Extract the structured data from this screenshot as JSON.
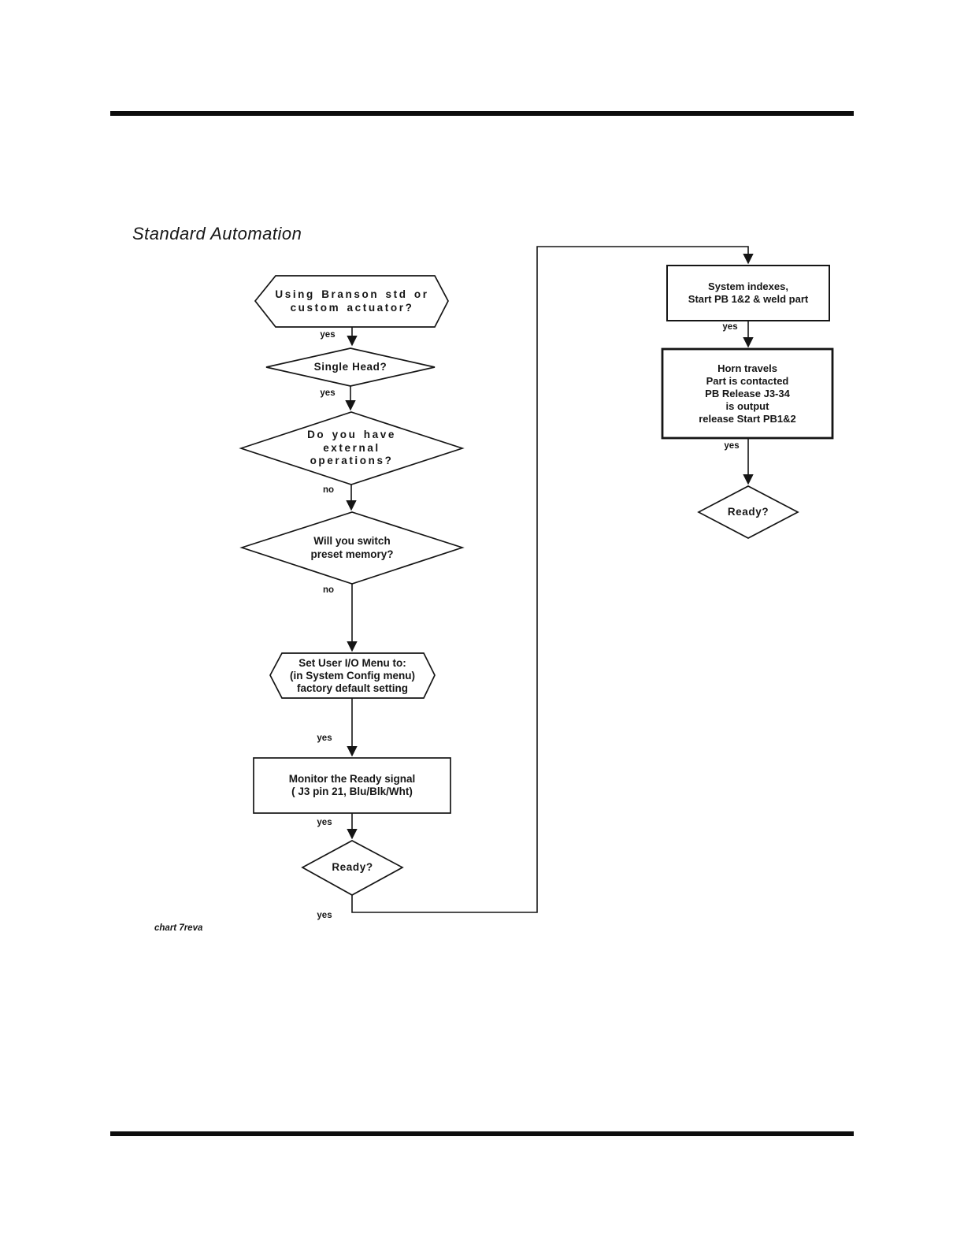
{
  "page": {
    "title": "Standard Automation",
    "caption": "chart 7reva"
  },
  "colors": {
    "ink": "#161616",
    "line": "#151515",
    "background": "#ffffff"
  },
  "flowchart": {
    "nodes": {
      "actuator": {
        "line1": "Using Branson std or",
        "line2": "custom actuator?"
      },
      "single_head": {
        "line1": "Single Head?"
      },
      "external_ops": {
        "line1": "Do you have",
        "line2": "external",
        "line3": "operations?"
      },
      "switch_memory": {
        "line1": "Will you switch",
        "line2": "preset memory?"
      },
      "set_user_io": {
        "line1": "Set User I/O Menu to:",
        "line2": "(in System Config menu)",
        "line3": "factory default setting"
      },
      "monitor_ready": {
        "line1": "Monitor the Ready signal",
        "line2": "( J3 pin 21, Blu/Blk/Wht)"
      },
      "ready_left": {
        "line1": "Ready?"
      },
      "system_indexes": {
        "line1": "System indexes,",
        "line2": "Start PB 1&2 & weld part"
      },
      "horn_travels": {
        "line1": "Horn travels",
        "line2": "Part is contacted",
        "line3": "PB Release J3-34",
        "line4": "is output",
        "line5": "release Start PB1&2"
      },
      "ready_right": {
        "line1": "Ready?"
      }
    },
    "edge_labels": {
      "actuator_yes": "yes",
      "single_head_yes": "yes",
      "external_ops_no": "no",
      "switch_memory_no": "no",
      "set_user_io_yes": "yes",
      "monitor_ready_yes": "yes",
      "ready_left_yes": "yes",
      "system_indexes_yes": "yes",
      "horn_travels_yes": "yes"
    }
  }
}
